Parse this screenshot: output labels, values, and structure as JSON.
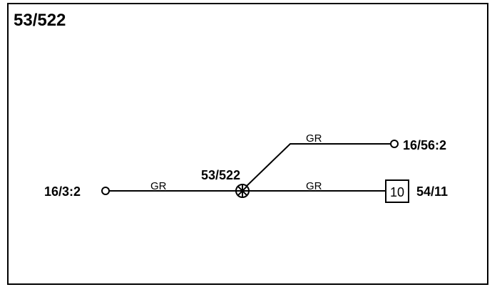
{
  "diagram": {
    "title": "53/522",
    "splice": {
      "label": "53/522"
    },
    "connectors": {
      "left": {
        "label": "16/3:2"
      },
      "top_right": {
        "label": "16/56:2"
      },
      "bottom_right": {
        "label": "54/11",
        "box_number": "10"
      }
    },
    "wires": {
      "left": {
        "color_code": "GR"
      },
      "top_right": {
        "color_code": "GR"
      },
      "bottom_right": {
        "color_code": "GR"
      }
    }
  }
}
